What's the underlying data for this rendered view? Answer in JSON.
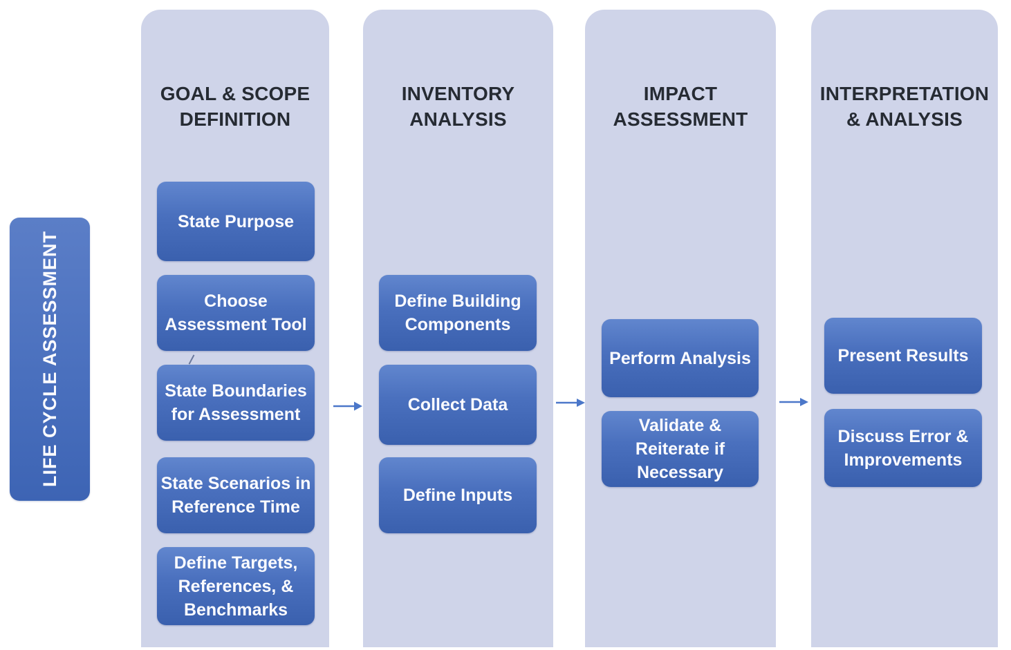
{
  "side_label": "LIFE CYCLE ASSESSMENT",
  "columns": [
    {
      "title": "GOAL & SCOPE\nDEFINITION",
      "boxes": [
        {
          "label": "State Purpose"
        },
        {
          "label": "Choose\nAssessment Tool"
        },
        {
          "label": "State Boundaries\nfor Assessment"
        },
        {
          "label": "State Scenarios in\nReference Time"
        },
        {
          "label": "Define Targets,\nReferences, &\nBenchmarks"
        }
      ]
    },
    {
      "title": "INVENTORY\nANALYSIS",
      "boxes": [
        {
          "label": "Define Building\nComponents"
        },
        {
          "label": "Collect Data"
        },
        {
          "label": "Define Inputs"
        }
      ]
    },
    {
      "title": "IMPACT\nASSESSMENT",
      "boxes": [
        {
          "label": "Perform Analysis"
        },
        {
          "label": "Validate &\nReiterate if\nNecessary"
        }
      ]
    },
    {
      "title": "INTERPRETATION\n& ANALYSIS",
      "boxes": [
        {
          "label": "Present Results"
        },
        {
          "label": "Discuss Error &\nImprovements"
        }
      ]
    }
  ],
  "colors": {
    "panel": "#cfd4e9",
    "box_top": "#6186ce",
    "box_mid": "#4a70be",
    "box_bottom": "#3a60ae",
    "side_top": "#5b7ec7",
    "side_bottom": "#3d64b4",
    "arrow": "#4b77c9",
    "header_text": "#262b33",
    "box_text": "#fbfbfe"
  }
}
